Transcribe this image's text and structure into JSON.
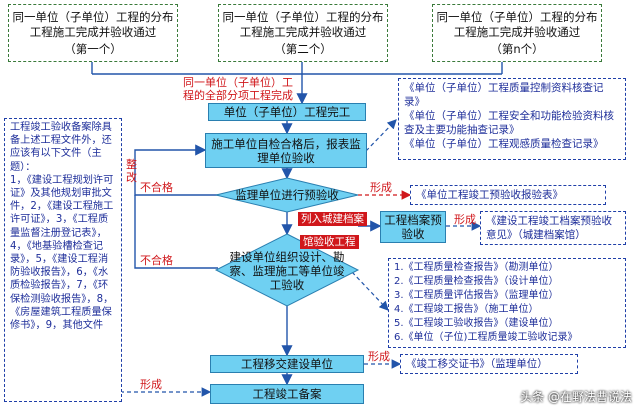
{
  "top_boxes": [
    {
      "text": "同一单位（子单位）工程的分布工程施工完成并验收通过",
      "n": "（第一个）"
    },
    {
      "text": "同一单位（子单位）工程的分布工程施工完成并验收通过",
      "n": "（第二个）"
    },
    {
      "text": "同一单位（子单位）工程的分布工程施工完成并验收通过",
      "n": "（第n个）"
    }
  ],
  "all_done_label": "同一单位（子单位）工程的全部分项工程完成",
  "steps": {
    "complete": "单位（子单位）工程完工",
    "self_check": "施工单位自检合格后，报表监理单位验收",
    "pre_accept": "监理单位进行预验收",
    "acceptance": "建设单位组织设计、勘察、监理施工等单位竣工验收",
    "transfer": "工程移交建设单位",
    "record": "工程竣工备案",
    "archive_pre": "工程档案预验收"
  },
  "labels": {
    "rectify": "整改",
    "fail1": "不合格",
    "fail2": "不合格",
    "form1": "形成",
    "form2": "形成",
    "form3": "形成",
    "form4": "形成",
    "city_archive": "列入城建档案",
    "archive_pre_check": "馆验收工程"
  },
  "right_notes": {
    "n1": "《单位（子单位）工程质量控制资料核查记录》\n《单位（子单位）工程安全和功能检验资料核查及主要功能抽查记录》\n《单位（子单位）工程观感质量检查记录》",
    "n2": "《单位工程竣工预验收报验表》",
    "n3": "《建设工程竣工档案预验收意见》（城建档案馆）",
    "n4": "1.《工程质量检查报告》（勘测单位）\n2.《工程质量检查报告》（设计单位）\n3.《工程质量评估报告》（监理单位）\n4.《工程竣工报告》（施工单位）\n5.《工程竣工验收报告》（建设单位）\n6.《单位（子位)工程质量竣工验收记录》",
    "n5": "《竣工移交证书》（监理单位）"
  },
  "left_note": "工程竣工验收备案除具备上述工程文件外，还应该有以下文件（主题）：\n1，《建设工程规划许可证》及其他规划审批文件，2，《建设工程施工许可证》，3，《工程质量监督注册登记表》，4，《地基验槽检查记录》，5，《建设工程消防验收报告》，6，《水质检验报告》，7，《环保检测验收报告》，8，《房屋建筑工程质量保修书》，9，其他文件",
  "watermark": "头条 @在野法曹说法",
  "colors": {
    "box_fill": "#6fd0f2",
    "note_text": "#1f2f9a",
    "red": "#d0171b",
    "arrow": "#2255aa"
  }
}
